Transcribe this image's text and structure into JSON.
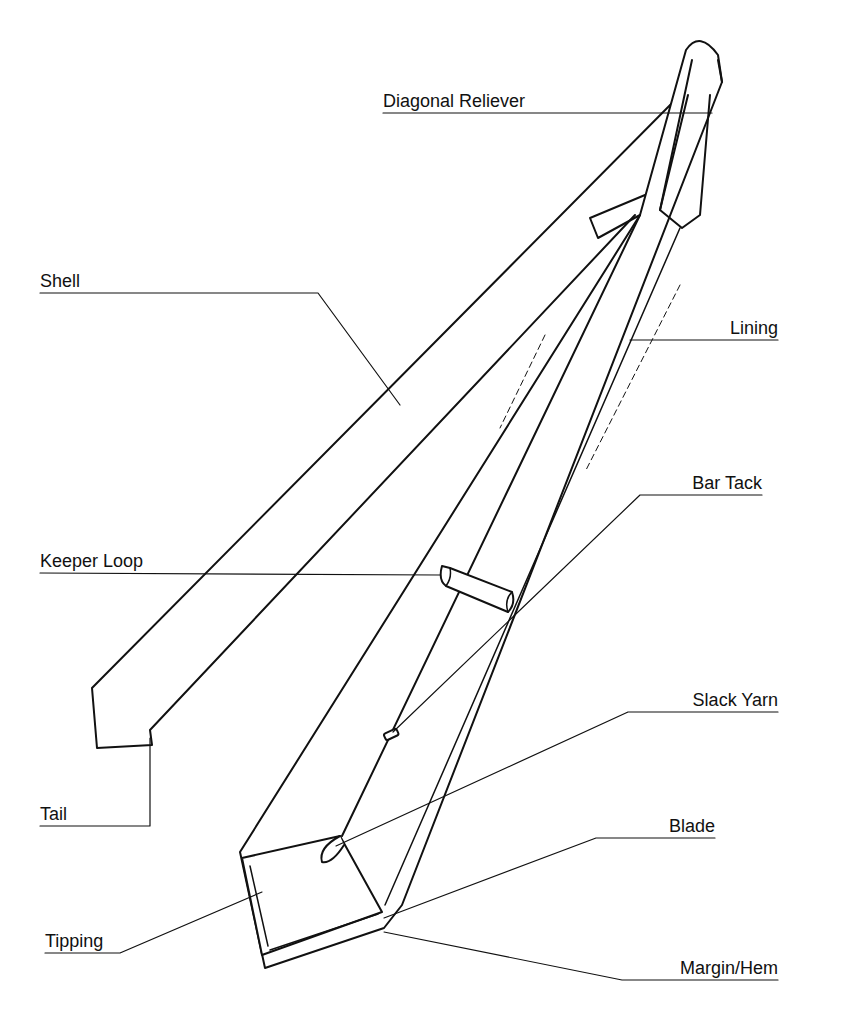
{
  "diagram": {
    "labels": [
      "Diagonal Reliever",
      "Shell",
      "Lining",
      "Bar Tack",
      "Keeper Loop",
      "Slack Yarn",
      "Tail",
      "Blade",
      "Tipping",
      "Margin/Hem"
    ]
  }
}
